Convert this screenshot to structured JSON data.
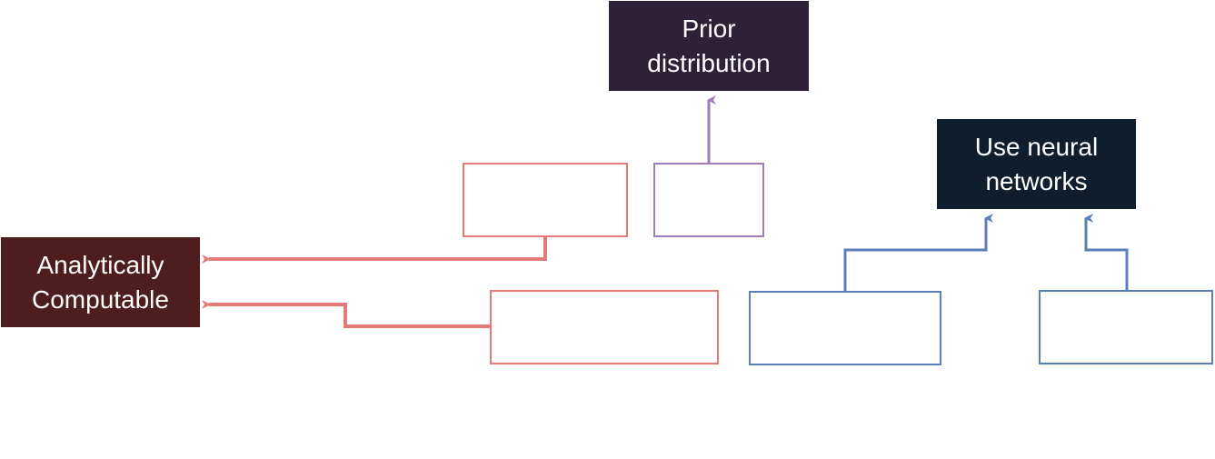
{
  "boxes": {
    "prior": {
      "label": "Prior\ndistribution",
      "fill": "#2e2037"
    },
    "neural": {
      "label": "Use neural\nnetworks",
      "fill": "#0f1e2f"
    },
    "analytic": {
      "label": "Analytically\nComputable",
      "fill": "#4e1e1f"
    }
  },
  "colors": {
    "red_group": "#e47b78",
    "purple_group": "#a27cb8",
    "blue_group": "#5b7fb9"
  }
}
